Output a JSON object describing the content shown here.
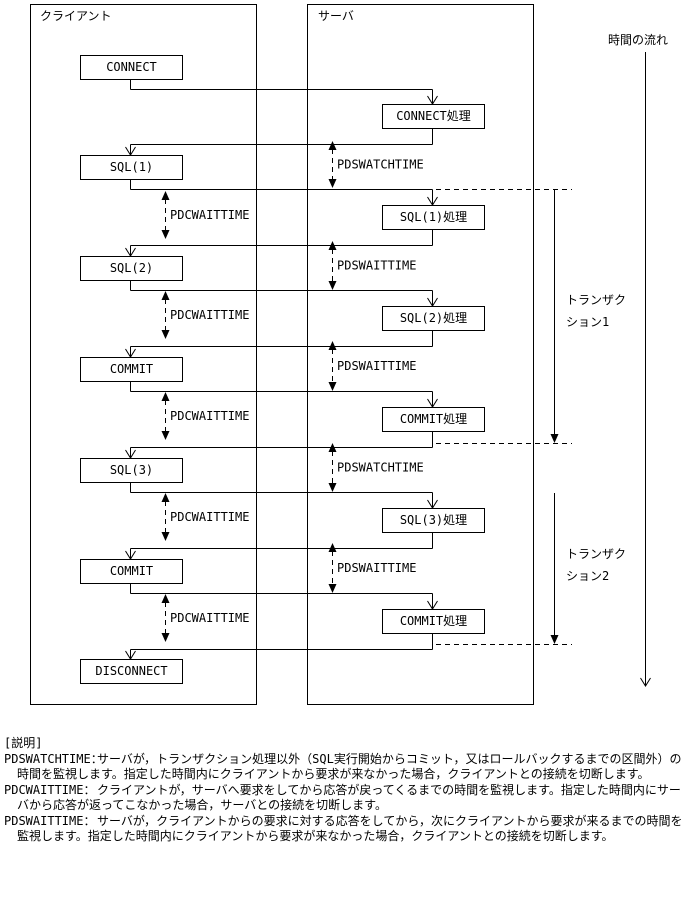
{
  "diagram": {
    "client_title": "クライアント",
    "server_title": "サーバ",
    "time_label": "時間の流れ",
    "client_steps": [
      "CONNECT",
      "SQL(1)",
      "SQL(2)",
      "COMMIT",
      "SQL(3)",
      "COMMIT",
      "DISCONNECT"
    ],
    "server_steps": [
      "CONNECT処理",
      "SQL(1)処理",
      "SQL(2)処理",
      "COMMIT処理",
      "SQL(3)処理",
      "COMMIT処理"
    ],
    "pdcwaittime_label": "PDCWAITTIME",
    "server_gap_labels": [
      "PDSWATCHTIME",
      "PDSWAITTIME",
      "PDSWAITTIME",
      "PDSWATCHTIME",
      "PDSWAITTIME"
    ],
    "transaction1_label": [
      "トランザク",
      "ション1"
    ],
    "transaction2_label": [
      "トランザク",
      "ション2"
    ]
  },
  "notes": {
    "heading": "[説明]",
    "items": [
      {
        "term": "PDSWATCHTIME：",
        "desc": "サーバが，トランザクション処理以外（SQL実行開始からコミット，又はロールバックするまでの区間外）の時間を監視します。指定した時間内にクライアントから要求が来なかった場合，クライアントとの接続を切断します。"
      },
      {
        "term": "PDCWAITTIME：",
        "desc": "クライアントが，サーバへ要求をしてから応答が戻ってくるまでの時間を監視します。指定した時間内にサーバから応答が返ってこなかった場合，サーバとの接続を切断します。"
      },
      {
        "term": "PDSWAITTIME：",
        "desc": "サーバが，クライアントからの要求に対する応答をしてから，次にクライアントから要求が来るまでの時間を監視します。指定した時間内にクライアントから要求が来なかった場合，クライアントとの接続を切断します。"
      }
    ]
  }
}
